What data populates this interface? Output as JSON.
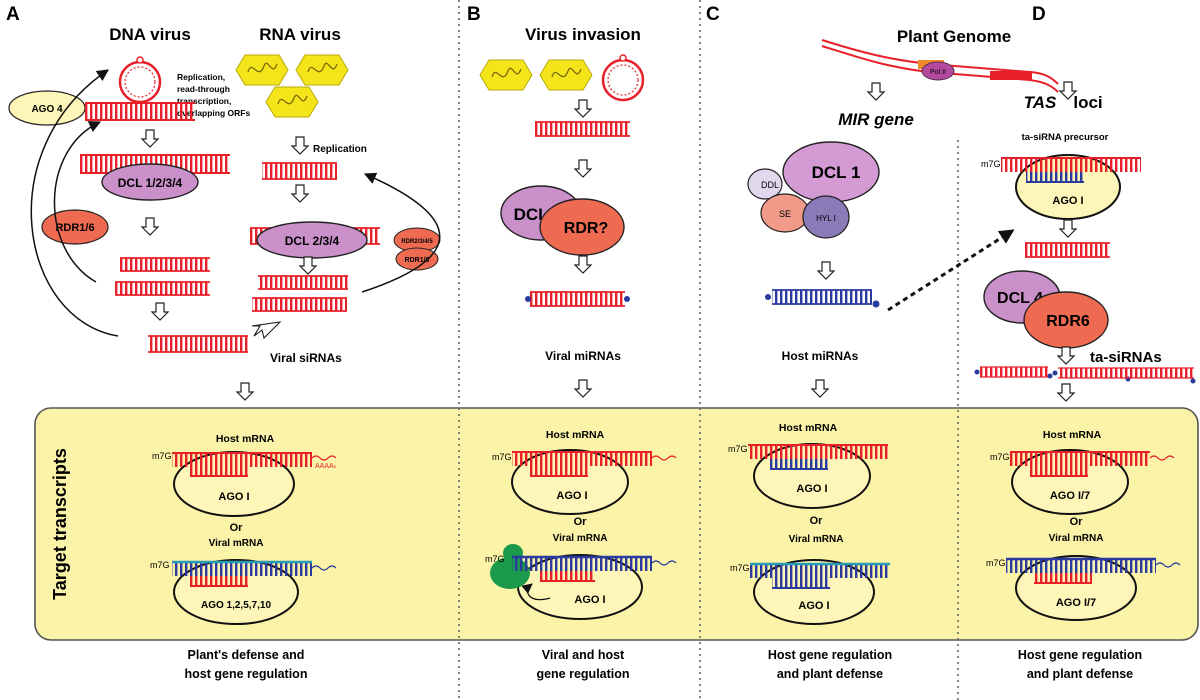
{
  "panels": {
    "a": "A",
    "b": "B",
    "c": "C",
    "d": "D"
  },
  "colors": {
    "rna_red": "#e8202a",
    "mirna_blue": "#2b3a9e",
    "viral_teal": "#2a9bb4",
    "target_bg": "#fbf3a8",
    "ago_fill": "#fdf6b8",
    "virus_yellow": "#f3e51a",
    "dcl_purple": "#c990c9",
    "rdr_orange": "#ee6b52",
    "ribosome_green": "#1a9a4a"
  },
  "panel_a": {
    "dna_virus": "DNA virus",
    "rna_virus": "RNA virus",
    "ago4": "AGO 4",
    "replication_note": [
      "Replication,",
      "read-through",
      "transcription,",
      "overlapping ORFs"
    ],
    "dcl_1234": "DCL 1/2/3/4",
    "rdr16": "RDR1/6",
    "replication": "Replication",
    "dcl_234": "DCL 2/3/4",
    "rdr2345": "RDR2/3/4/5",
    "rdr16_small": "RDR1/6",
    "sirnas": "Viral siRNAs",
    "host_mrna": "Host mRNA",
    "m7g": "m7G",
    "polya": "AAAAₙ",
    "ago1": "AGO I",
    "or": "Or",
    "viral_mrna": "Viral mRNA",
    "ago_multi": "AGO 1,2,5,7,10",
    "footer": [
      "Plant's defense and",
      "host gene regulation"
    ]
  },
  "panel_b": {
    "title": "Virus invasion",
    "dcl1": "DCL 1",
    "rdr": "RDR?",
    "mirnas": "Viral miRNAs",
    "host_mrna": "Host  mRNA",
    "m7g": "m7G",
    "ago1": "AGO I",
    "or": "Or",
    "viral_mrna": "Viral mRNA",
    "footer": [
      "Viral and host",
      "gene regulation"
    ]
  },
  "panel_c": {
    "title": "Plant Genome",
    "pol2": "Pol II",
    "mir_gene": "MIR  gene",
    "dcl1": "DCL 1",
    "ddl": "DDL",
    "se": "SE",
    "hyl1": "HYL I",
    "mirnas": "Host miRNAs",
    "host_mrna": "Host  mRNA",
    "m7g": "m7G",
    "ago1": "AGO I",
    "or": "Or",
    "viral_mrna": "Viral mRNA",
    "footer": [
      "Host gene regulation",
      "and plant defense"
    ]
  },
  "panel_d": {
    "tas": "TAS",
    "loci": "loci",
    "precursor": "ta-siRNA precursor",
    "m7g": "m7G",
    "ago1": "AGO I",
    "dcl4": "DCL 4",
    "rdr6": "RDR6",
    "tasirnas": "ta-siRNAs",
    "host_mrna": "Host  mRNA",
    "ago17": "AGO I/7",
    "or": "Or",
    "viral_mrna": "Viral mRNA",
    "footer": [
      "Host gene regulation",
      "and plant defense"
    ]
  },
  "target_label": "Target transcripts"
}
